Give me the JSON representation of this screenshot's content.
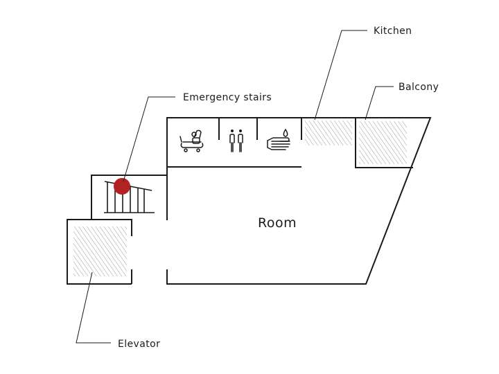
{
  "labels": {
    "kitchen": "Kitchen",
    "balcony": "Balcony",
    "emergency_stairs": "Emergency stairs",
    "room": "Room",
    "elevator": "Elevator"
  },
  "icons": {
    "nursing": "baby-care-icon",
    "restroom": "restroom-icon",
    "handwash": "hand-washing-icon"
  },
  "colors": {
    "walls": "#1a1a1a",
    "hatch": "#9a9a9a",
    "marker": "#b22222"
  }
}
